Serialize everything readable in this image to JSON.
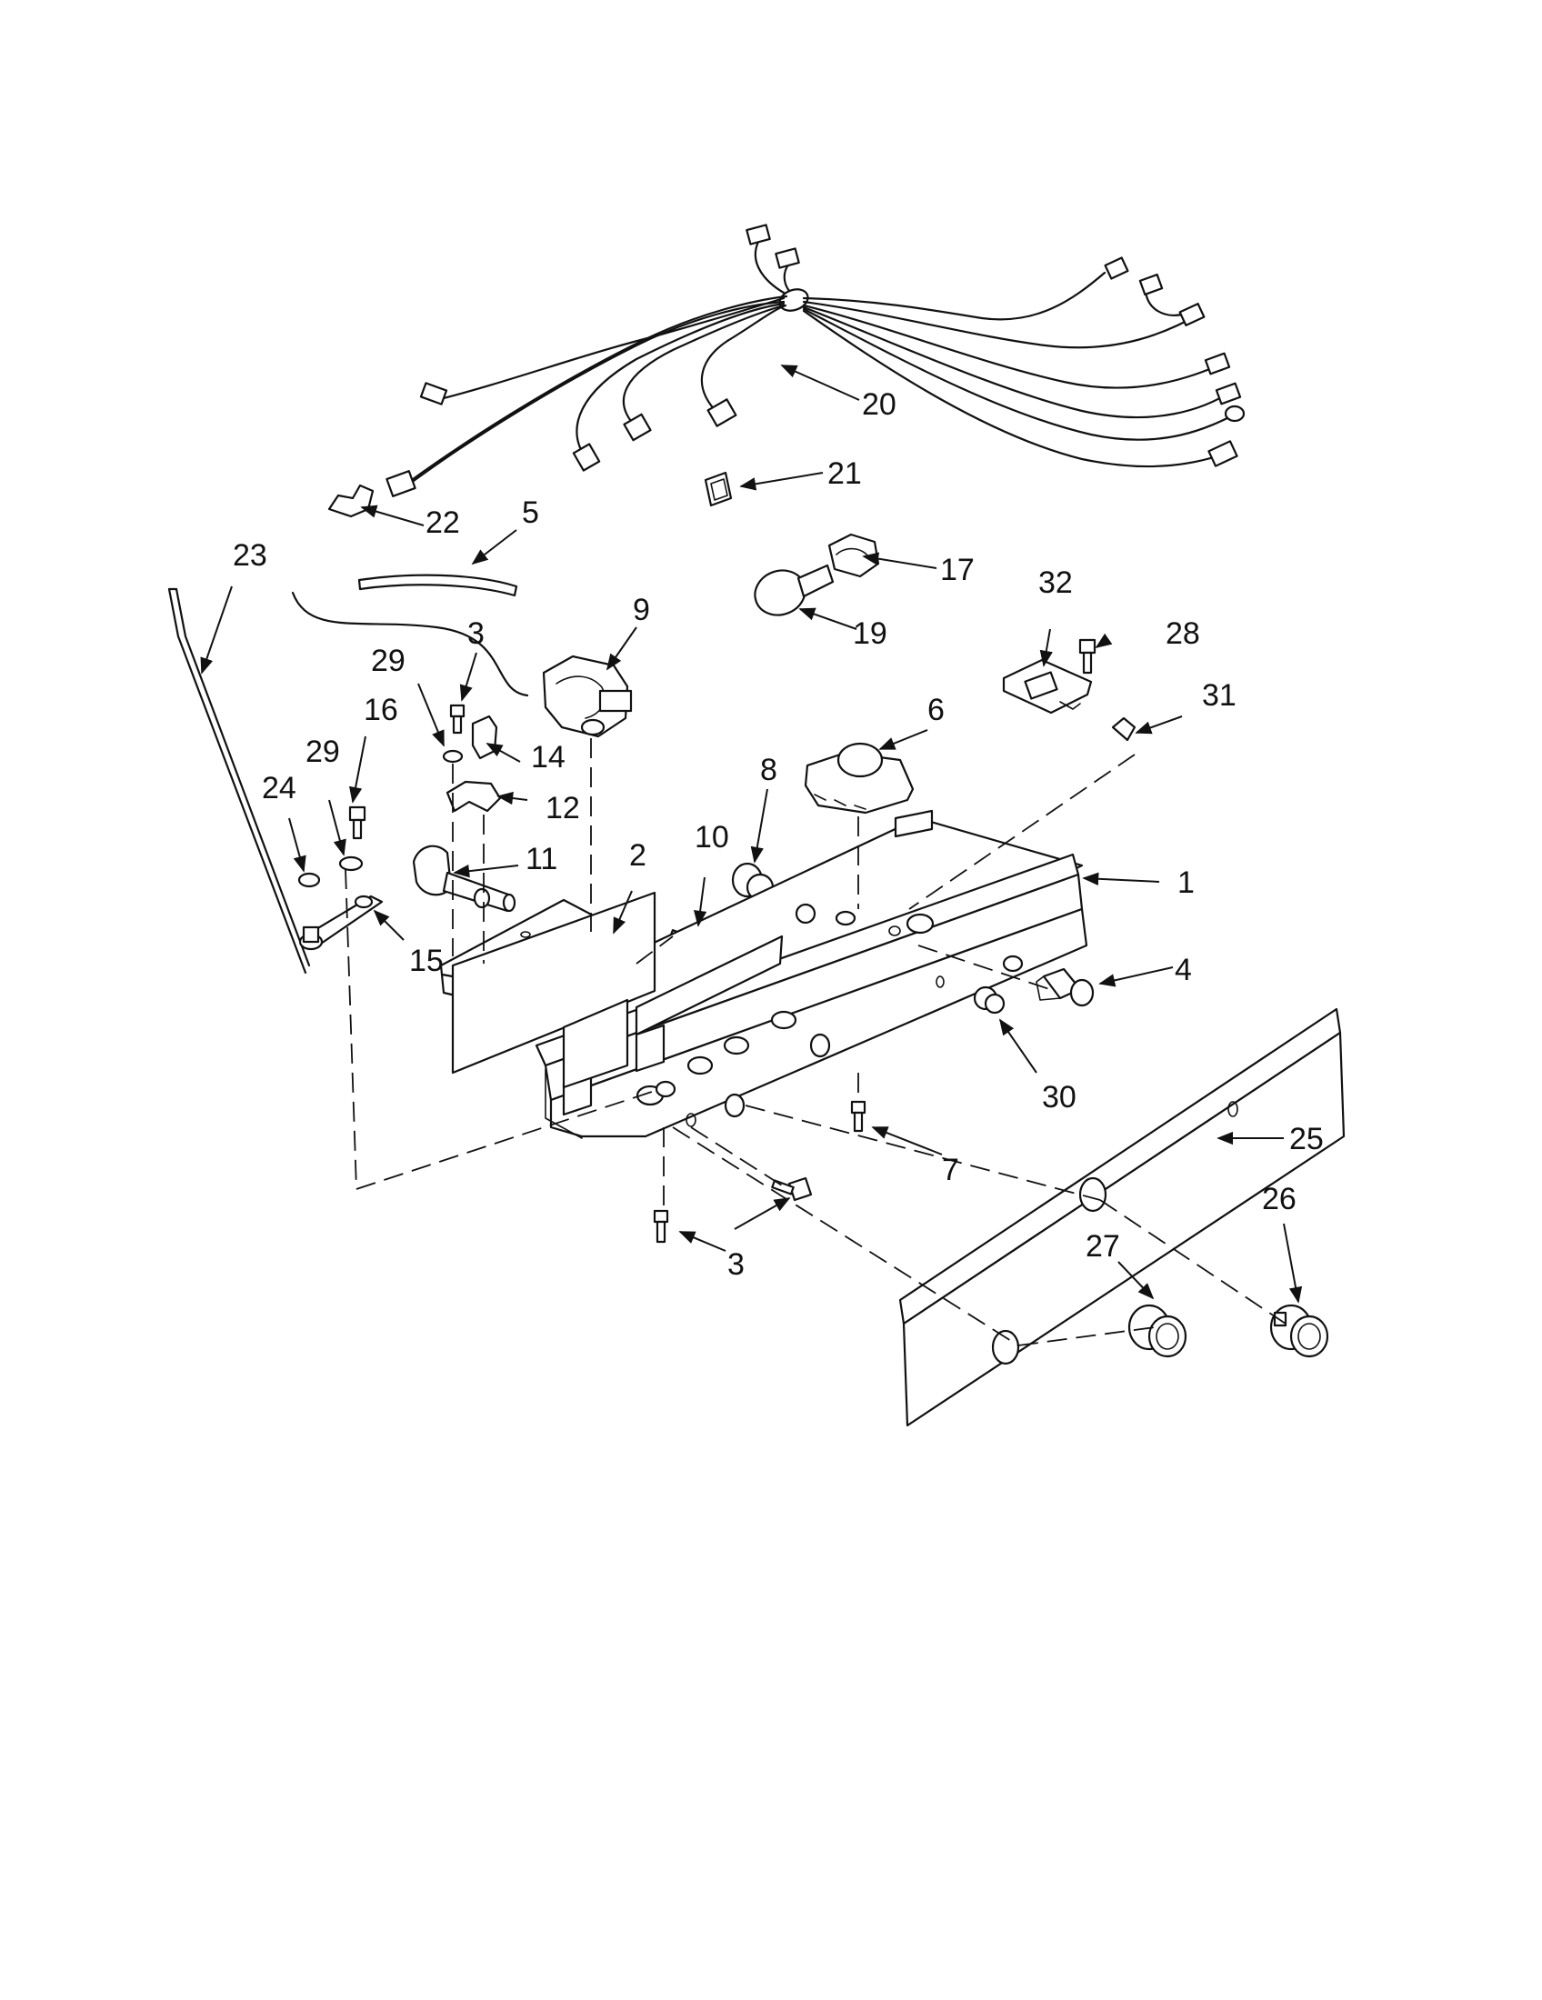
{
  "diagram": {
    "callouts": [
      {
        "id": "c1",
        "label": "1"
      },
      {
        "id": "c2",
        "label": "2"
      },
      {
        "id": "c3a",
        "label": "3"
      },
      {
        "id": "c3b",
        "label": "3"
      },
      {
        "id": "c4",
        "label": "4"
      },
      {
        "id": "c5",
        "label": "5"
      },
      {
        "id": "c6",
        "label": "6"
      },
      {
        "id": "c7",
        "label": "7"
      },
      {
        "id": "c8",
        "label": "8"
      },
      {
        "id": "c9",
        "label": "9"
      },
      {
        "id": "c10",
        "label": "10"
      },
      {
        "id": "c11",
        "label": "11"
      },
      {
        "id": "c12",
        "label": "12"
      },
      {
        "id": "c14",
        "label": "14"
      },
      {
        "id": "c15",
        "label": "15"
      },
      {
        "id": "c16",
        "label": "16"
      },
      {
        "id": "c17",
        "label": "17"
      },
      {
        "id": "c19",
        "label": "19"
      },
      {
        "id": "c20",
        "label": "20"
      },
      {
        "id": "c21",
        "label": "21"
      },
      {
        "id": "c22",
        "label": "22"
      },
      {
        "id": "c23",
        "label": "23"
      },
      {
        "id": "c24",
        "label": "24"
      },
      {
        "id": "c25",
        "label": "25"
      },
      {
        "id": "c26",
        "label": "26"
      },
      {
        "id": "c27",
        "label": "27"
      },
      {
        "id": "c28",
        "label": "28"
      },
      {
        "id": "c29a",
        "label": "29"
      },
      {
        "id": "c29b",
        "label": "29"
      },
      {
        "id": "c30",
        "label": "30"
      },
      {
        "id": "c31",
        "label": "31"
      },
      {
        "id": "c32",
        "label": "32"
      }
    ]
  }
}
